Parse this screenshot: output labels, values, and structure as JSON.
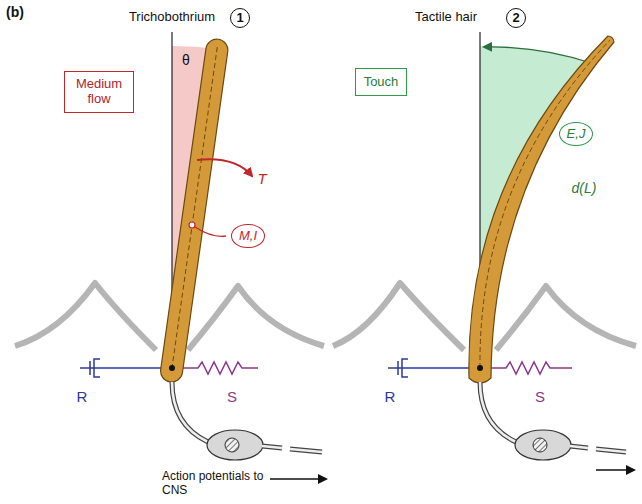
{
  "diagram": {
    "nodes": [
      {
        "text": [
          "1"
        ]
      },
      {
        "text": [
          "Medium flow"
        ]
      },
      {
        "text": [
          "M,I"
        ]
      },
      {
        "text": [
          "2"
        ]
      },
      {
        "text": [
          "Touch"
        ]
      },
      {
        "text": [
          "E,J"
        ]
      }
    ],
    "labels": [
      "(b)",
      "Trichobothrium",
      "Tactile hair",
      "θ",
      "T",
      "d(L)",
      "R",
      "S",
      "R",
      "S",
      "Action potentials to CNS"
    ]
  }
}
